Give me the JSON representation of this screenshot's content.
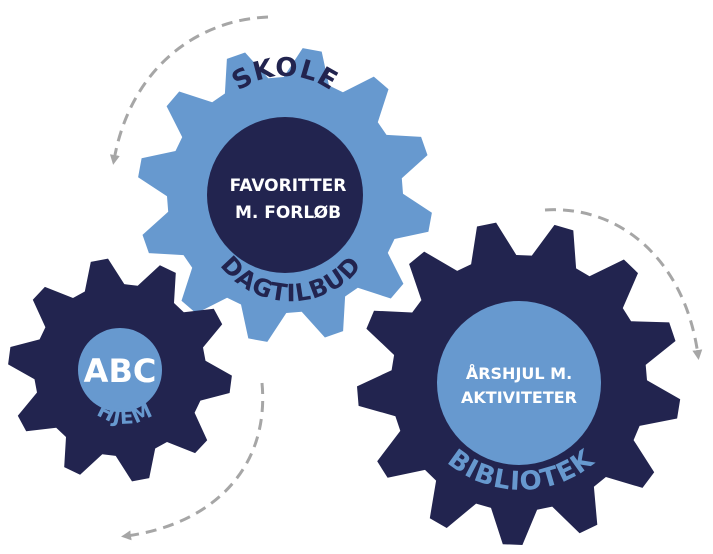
{
  "colors": {
    "dark_navy": "#22244f",
    "medium_blue": "#6799cf",
    "arrow_gray": "#a6a6a6",
    "white": "#ffffff"
  },
  "gears": {
    "skole": {
      "top_label": "SKOLE",
      "bottom_label": "DAGTILBUD",
      "center_line1": "FAVORITTER",
      "center_line2": "M. FORLØB"
    },
    "hjem": {
      "center_label": "ABC",
      "bottom_label": "HJEM"
    },
    "bibliotek": {
      "center_line1": "ÅRSHJUL M.",
      "center_line2": "AKTIVITETER",
      "bottom_label": "BIBLIOTEK"
    }
  }
}
